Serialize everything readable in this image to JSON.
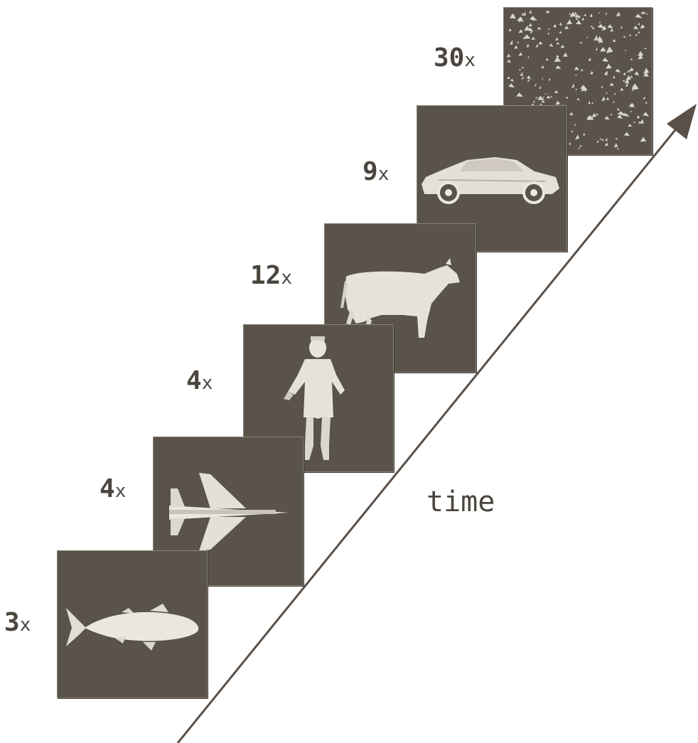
{
  "axis": {
    "label": "time"
  },
  "stimuli": [
    {
      "id": "noise",
      "count": "30",
      "suffix": "x",
      "icon": "noise-pattern-icon"
    },
    {
      "id": "car",
      "count": "9",
      "suffix": "x",
      "icon": "car-icon"
    },
    {
      "id": "cow",
      "count": "12",
      "suffix": "x",
      "icon": "cow-icon"
    },
    {
      "id": "soldier",
      "count": "4",
      "suffix": "x",
      "icon": "soldier-icon"
    },
    {
      "id": "jet",
      "count": "4",
      "suffix": "x",
      "icon": "jet-plane-icon"
    },
    {
      "id": "fish",
      "count": "3",
      "suffix": "x",
      "icon": "fish-icon"
    }
  ],
  "colors": {
    "frame": "#5a5349",
    "object": "#e9e5de",
    "text": "#4a453e",
    "arrow": "#5a5048"
  }
}
